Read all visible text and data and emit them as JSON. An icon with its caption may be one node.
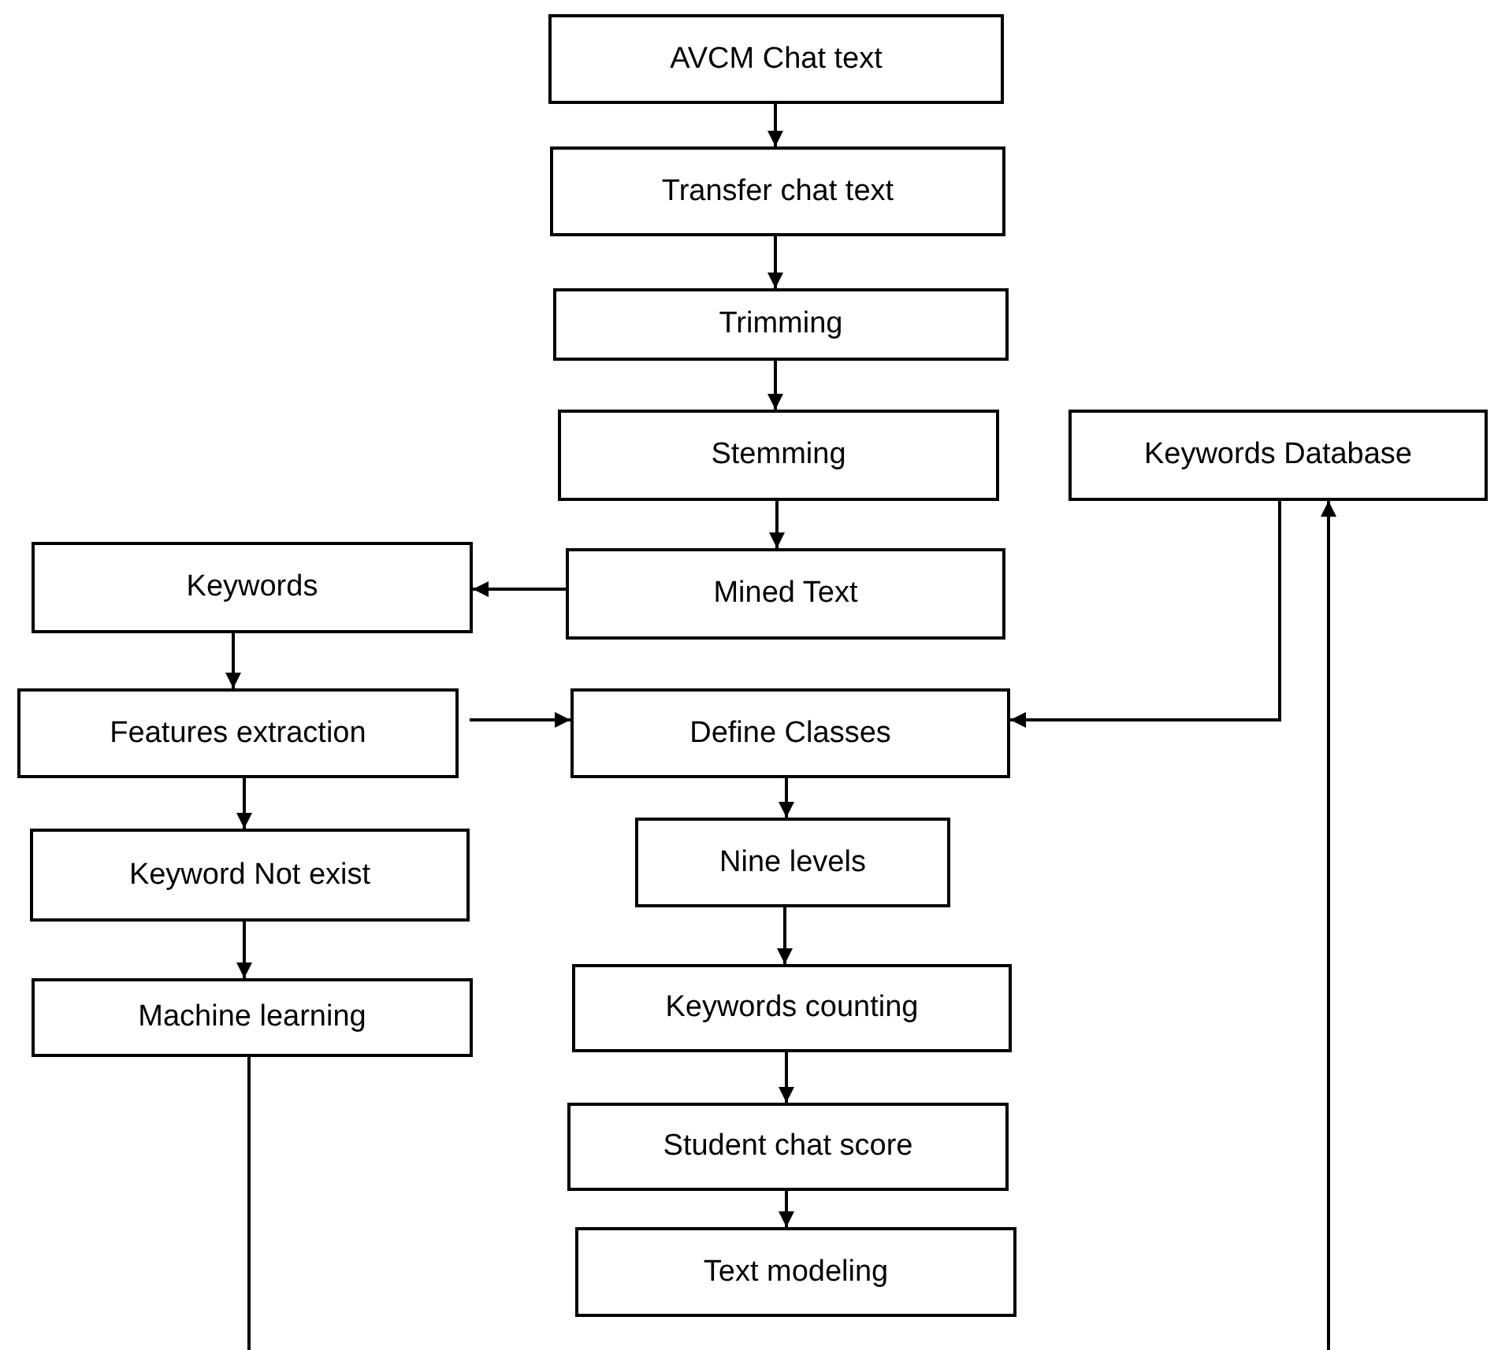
{
  "diagram": {
    "nodes": [
      {
        "text": [
          "AVCM Chat text"
        ]
      },
      {
        "text": [
          "Transfer chat text"
        ]
      },
      {
        "text": [
          "Trimming"
        ]
      },
      {
        "text": [
          "Stemming"
        ]
      },
      {
        "text": [
          "Keywords Database"
        ]
      },
      {
        "text": [
          "Keywords"
        ]
      },
      {
        "text": [
          "Mined Text"
        ]
      },
      {
        "text": [
          "Features extraction"
        ]
      },
      {
        "text": [
          "Define Classes"
        ]
      },
      {
        "text": [
          "Keyword Not exist"
        ]
      },
      {
        "text": [
          "Nine levels"
        ]
      },
      {
        "text": [
          "Machine learning"
        ]
      },
      {
        "text": [
          "Keywords counting"
        ]
      },
      {
        "text": [
          "Student chat score"
        ]
      },
      {
        "text": [
          "Text modeling"
        ]
      }
    ],
    "edges": [
      {
        "from": 0,
        "to": 1,
        "arrow": "to"
      },
      {
        "from": 1,
        "to": 2,
        "arrow": "to"
      },
      {
        "from": 2,
        "to": 3,
        "arrow": "to"
      },
      {
        "from": 3,
        "to": 6,
        "arrow": "to"
      },
      {
        "from": 6,
        "to": 5,
        "arrow": "to"
      },
      {
        "from": 5,
        "to": 7,
        "arrow": "to"
      },
      {
        "from": 7,
        "to": 8,
        "arrow": "to"
      },
      {
        "from": 4,
        "to": 8,
        "arrow": "to"
      },
      {
        "from": 7,
        "to": 9,
        "arrow": "to"
      },
      {
        "from": 9,
        "to": 11,
        "arrow": "to"
      },
      {
        "from": 8,
        "to": 10,
        "arrow": "to"
      },
      {
        "from": 10,
        "to": 12,
        "arrow": "to"
      },
      {
        "from": 12,
        "to": 13,
        "arrow": "to"
      },
      {
        "from": 13,
        "to": 14,
        "arrow": "to"
      },
      {
        "from": 11,
        "to": null,
        "arrow": "none"
      },
      {
        "from": null,
        "to": 4,
        "arrow": "to"
      }
    ]
  }
}
